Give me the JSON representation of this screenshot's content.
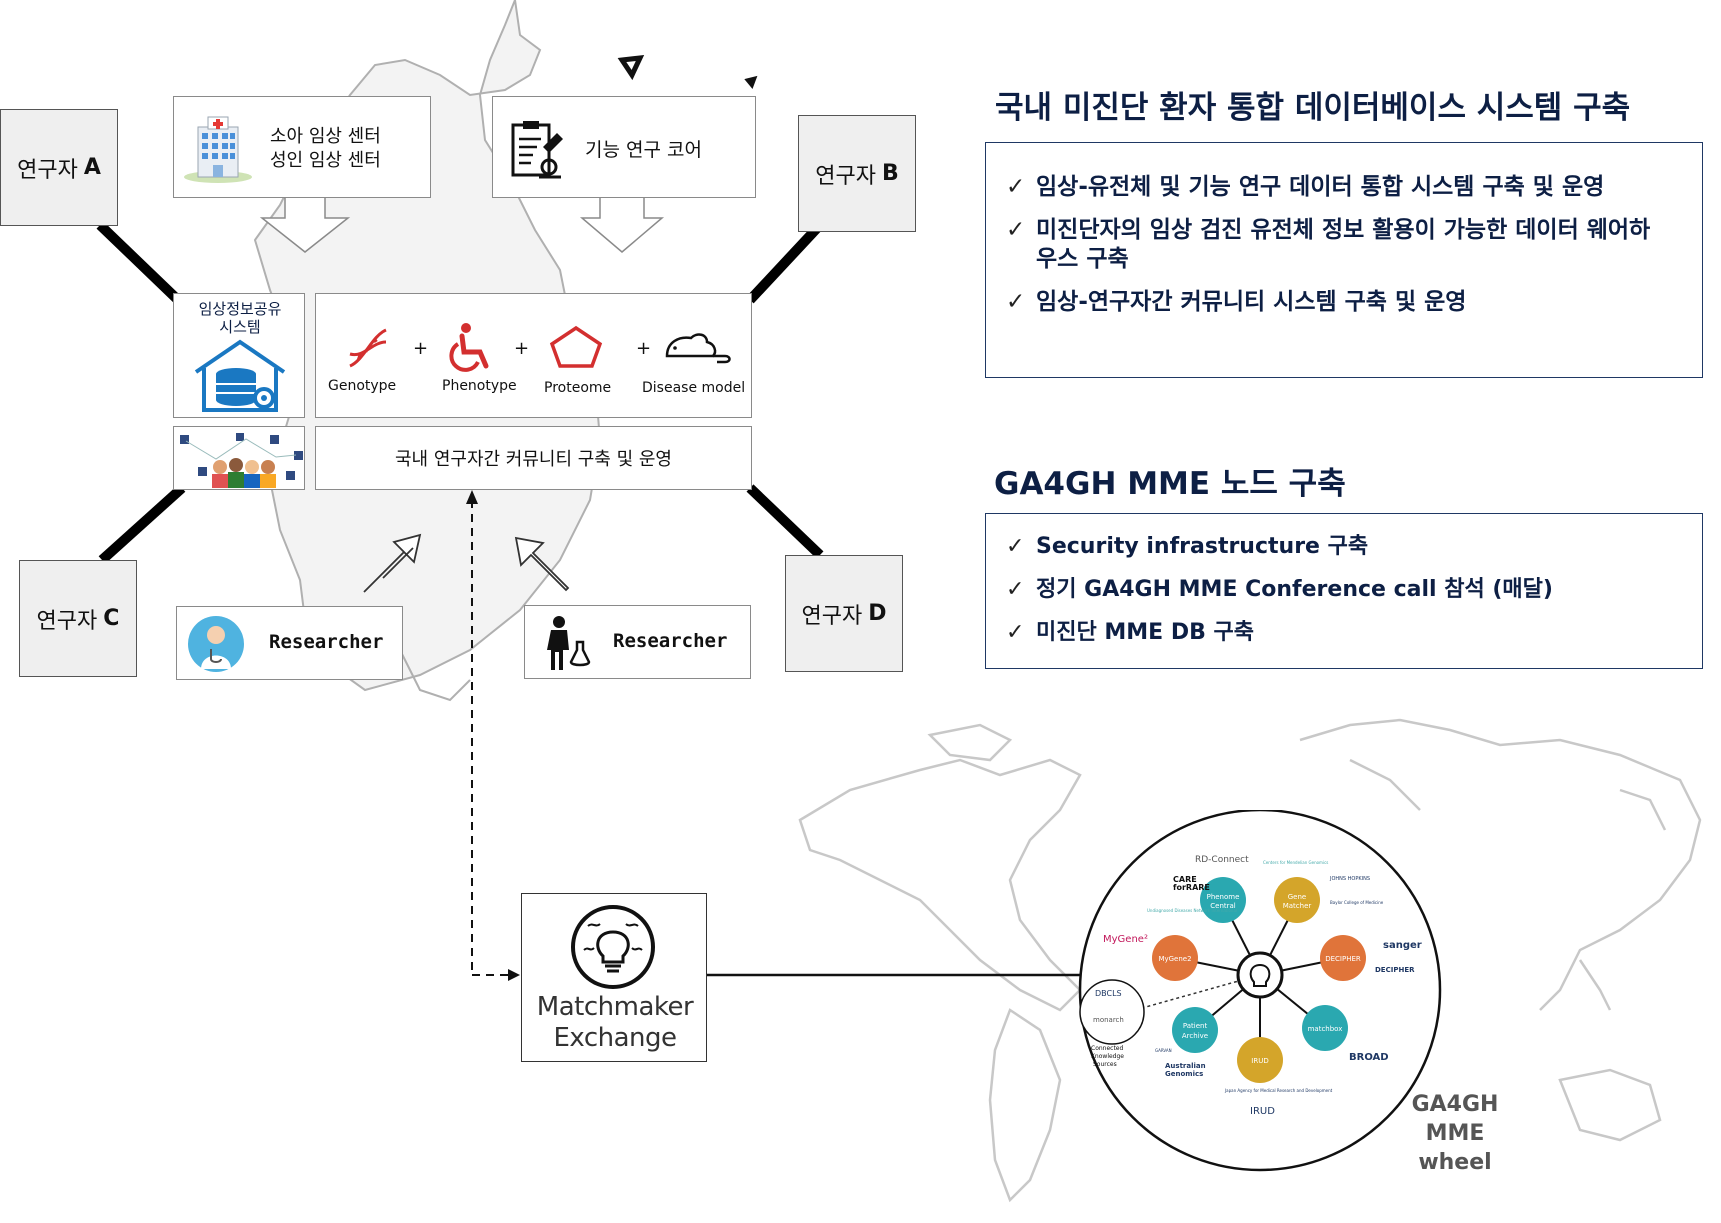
{
  "researchers": {
    "a": {
      "prefix": "연구자",
      "letter": "A"
    },
    "b": {
      "prefix": "연구자",
      "letter": "B"
    },
    "c": {
      "prefix": "연구자",
      "letter": "C"
    },
    "d": {
      "prefix": "연구자",
      "letter": "D"
    }
  },
  "centers": {
    "clinical_line1": "소아 임상 센터",
    "clinical_line2": "성인 임상 센터",
    "functional": "기능 연구 코어"
  },
  "sharing_system": {
    "line1": "임상정보공유",
    "line2": "시스템"
  },
  "data_types": {
    "genotype": "Genotype",
    "phenotype": "Phenotype",
    "proteome": "Proteome",
    "disease_model": "Disease model",
    "plus": "+"
  },
  "community": "국내 연구자간 커뮤니티 구축 및 운영",
  "researcher_boxes": {
    "left": "Researcher",
    "right": "Researcher"
  },
  "mme": {
    "line1": "Matchmaker",
    "line2": "Exchange"
  },
  "section1": {
    "title": "국내 미진단 환자 통합 데이터베이스 시스템 구축",
    "items": [
      "임상-유전체 및 기능 연구 데이터 통합 시스템 구축 및 운영",
      "미진단자의 임상 검진 유전체 정보 활용이 가능한 데이터 웨어하우스 구축",
      "임상-연구자간 커뮤니티 시스템 구축 및 운영"
    ]
  },
  "section2": {
    "title": "GA4GH MME 노드 구축",
    "items": [
      "Security infrastructure 구축",
      "정기 GA4GH MME Conference call 참석 (매달)",
      "미진단 MME DB 구축"
    ]
  },
  "check_mark": "✓",
  "wheel": {
    "caption_line1": "GA4GH",
    "caption_line2": "MME",
    "caption_line3": "wheel",
    "nodes": {
      "phenome_central_1": "Phenome",
      "phenome_central_2": "Central",
      "gene_matcher_1": "Gene",
      "gene_matcher_2": "Matcher",
      "mygene2": "MyGene2",
      "decipher": "DECIPHER",
      "patient_archive_1": "Patient",
      "patient_archive_2": "Archive",
      "matchbox": "matchbox",
      "irud": "IRUD"
    },
    "logos": {
      "rd_connect": "RD-Connect",
      "cmg": "Centers for Mendelian Genomics",
      "care_for_rare_1": "CARE",
      "care_for_rare_2": "forRARE",
      "johns_hopkins": "JOHNS HOPKINS",
      "undiagnosed": "Undiagnosed Diseases Network International",
      "baylor": "Baylor College of Medicine",
      "mygene2_logo": "MyGene²",
      "sanger": "sanger",
      "decipher_logo": "DECIPHER",
      "dbcls": "DBCLS",
      "monarch": "monarch",
      "connected_1": "Connected",
      "connected_2": "Knowledge",
      "connected_3": "Sources",
      "garvan": "GARVAN",
      "australian_1": "Australian",
      "australian_2": "Genomics",
      "broad": "BROAD",
      "amed": "Japan Agency for Medical Research and Development",
      "irud_logo": "IRUD"
    }
  }
}
